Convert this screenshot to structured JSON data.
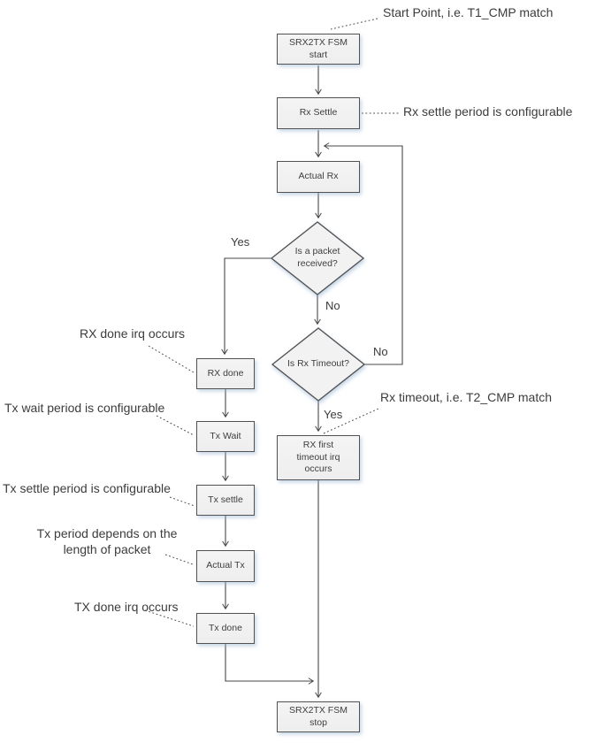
{
  "diagram": {
    "nodes": {
      "start": "SRX2TX FSM\nstart",
      "rx_settle": "Rx Settle",
      "actual_rx": "Actual Rx",
      "packet_received": "Is a packet\nreceived?",
      "rx_timeout_q": "Is Rx Timeout?",
      "rx_done": "RX done",
      "tx_wait": "Tx Wait",
      "rx_first_timeout": "RX first\ntimeout irq\noccurs",
      "tx_settle": "Tx settle",
      "actual_tx": "Actual Tx",
      "tx_done": "Tx done",
      "stop": "SRX2TX FSM\nstop"
    },
    "edge_labels": {
      "packet_yes": "Yes",
      "packet_no": "No",
      "timeout_no": "No",
      "timeout_yes": "Yes"
    },
    "annotations": {
      "start_point": "Start Point, i.e. T1_CMP match",
      "rx_settle": "Rx settle period is configurable",
      "rx_done": "RX done irq occurs",
      "tx_wait": "Tx wait period is configurable",
      "rx_timeout": "Rx timeout, i.e. T2_CMP match",
      "tx_settle": "Tx settle period is configurable",
      "tx_period": "Tx period depends on the\nlength of packet",
      "tx_done": "TX done irq occurs"
    },
    "colors": {
      "line": "#474747",
      "box_fill": "#f2f2f2",
      "box_border": "#525255",
      "text": "#3e3e3e",
      "shadow": "#96b4d2"
    }
  }
}
